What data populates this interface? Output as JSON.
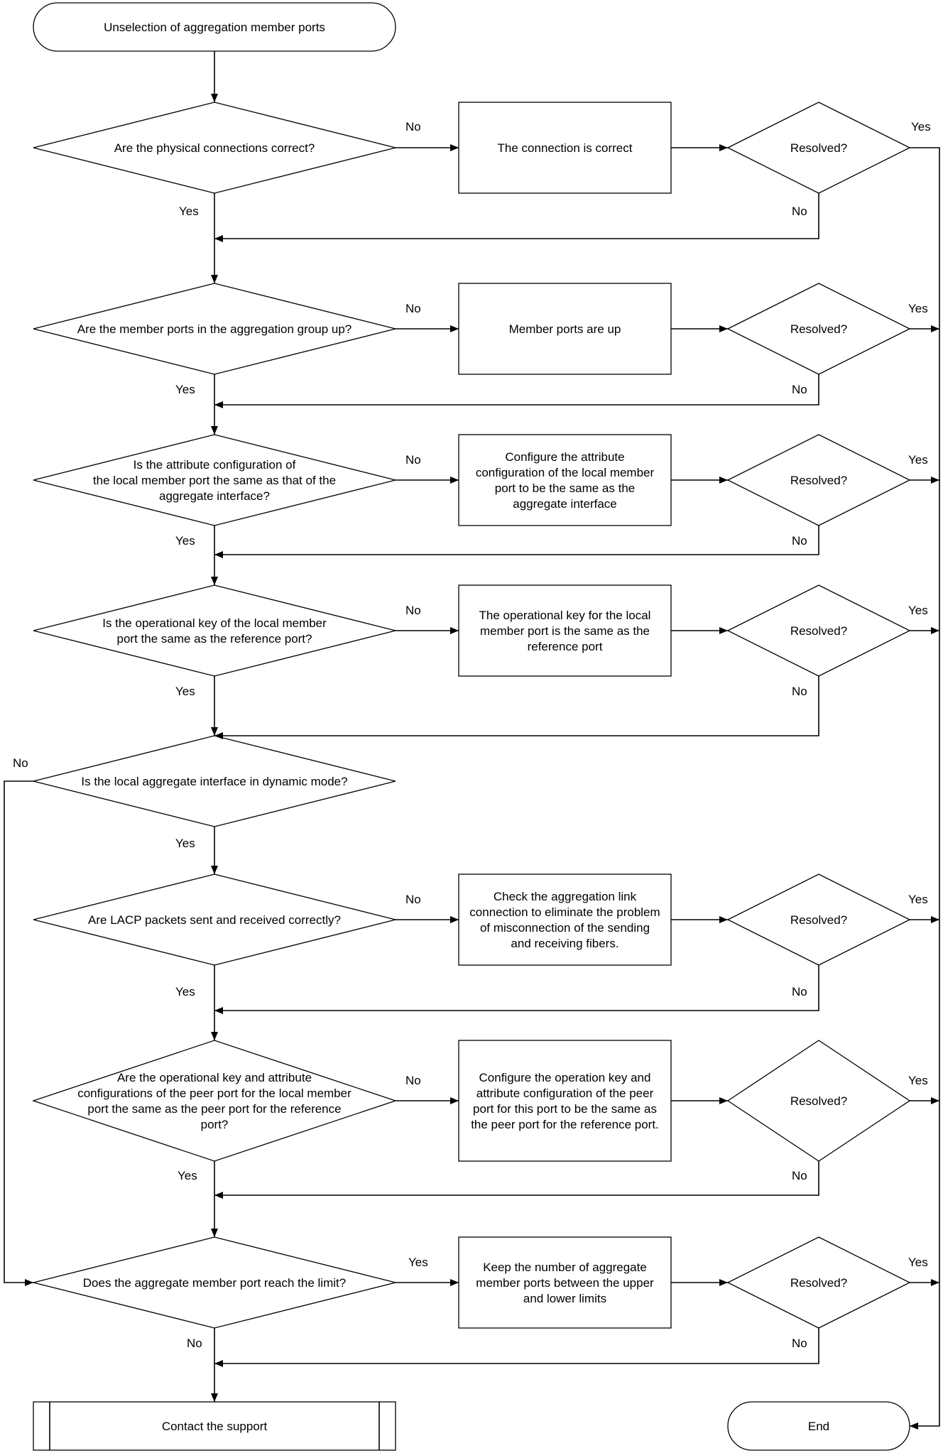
{
  "diagram": {
    "title": "Unselection of aggregation member ports",
    "decisions": [
      {
        "lines": [
          "Are the physical connections correct?"
        ]
      },
      {
        "lines": [
          "Are the member ports in the aggregation group up?"
        ]
      },
      {
        "lines": [
          "Is the attribute configuration of",
          "the local member port the same as that of the",
          "aggregate interface?"
        ]
      },
      {
        "lines": [
          "Is the operational key of the local member",
          "port the same as the reference port?"
        ]
      },
      {
        "lines": [
          "Is the local aggregate interface in dynamic mode?"
        ]
      },
      {
        "lines": [
          "Are LACP packets sent and received correctly?"
        ]
      },
      {
        "lines": [
          "Are the operational key and attribute",
          "configurations of the peer port for the local member",
          "port the same as the peer port for the reference",
          "port?"
        ]
      },
      {
        "lines": [
          "Does the aggregate member port reach the limit?"
        ]
      }
    ],
    "actions": [
      {
        "lines": [
          "The connection is correct"
        ]
      },
      {
        "lines": [
          "Member ports are up"
        ]
      },
      {
        "lines": [
          "Configure the attribute",
          "configuration of the local member",
          "port to be the same as the",
          "aggregate interface"
        ]
      },
      {
        "lines": [
          "The operational key for the local",
          "member port is the same as the",
          "reference port"
        ]
      },
      {
        "lines": [
          "Check the aggregation link",
          "connection to eliminate the problem",
          "of misconnection of the sending",
          "and receiving fibers."
        ]
      },
      {
        "lines": [
          "Configure the operation key and",
          "attribute configuration of the peer",
          "port for this port to be the same as",
          "the peer port for the reference port."
        ]
      },
      {
        "lines": [
          "Keep the number of aggregate",
          "member ports between the upper",
          "and lower limits"
        ]
      }
    ],
    "resolved_label": "Resolved?",
    "yes_label": "Yes",
    "no_label": "No",
    "contact": "Contact the support",
    "end": "End"
  }
}
